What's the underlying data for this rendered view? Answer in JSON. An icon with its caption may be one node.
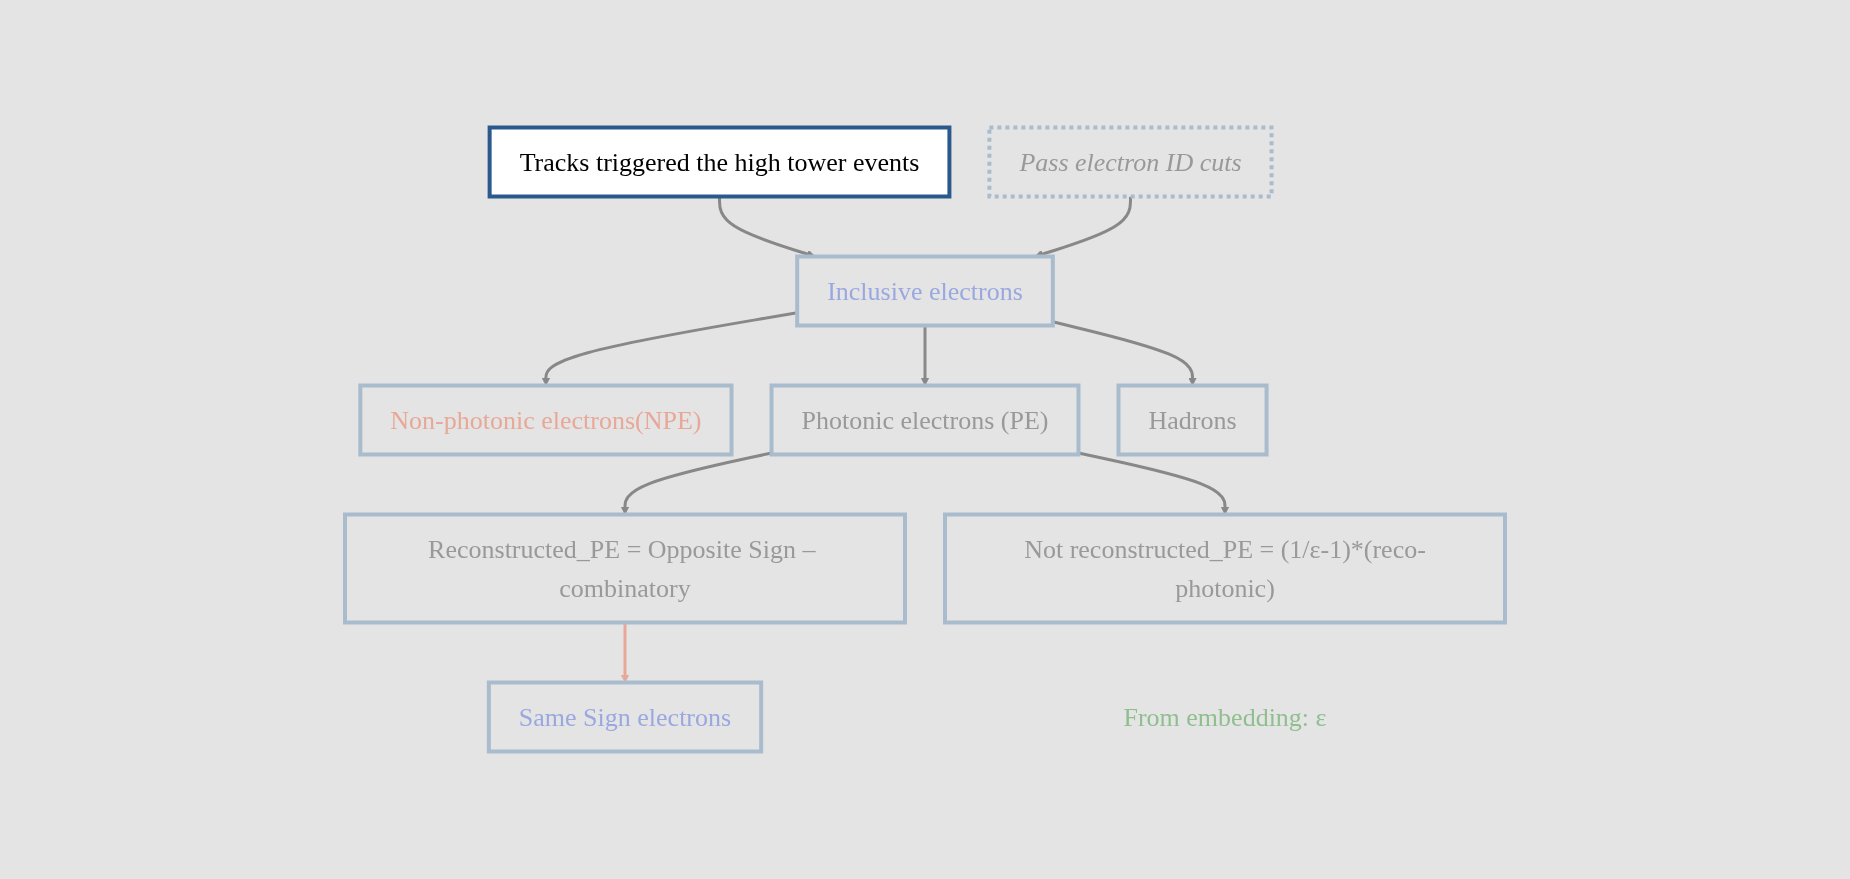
{
  "diagram": {
    "nodes": [
      {
        "text": [
          "Tracks triggered the high tower events"
        ]
      },
      {
        "text": [
          "Pass electron ID cuts"
        ]
      },
      {
        "text": [
          "Inclusive electrons"
        ]
      },
      {
        "text": [
          "Non-photonic electrons(NPE)"
        ]
      },
      {
        "text": [
          "Photonic electrons (PE)"
        ]
      },
      {
        "text": [
          "Hadrons"
        ]
      },
      {
        "text": [
          "Reconstructed_PE = Opposite Sign – combinatory"
        ]
      },
      {
        "text": [
          "Not reconstructed_PE = (1/ε-1)*(reco-photonic)"
        ],
        "beside": [
          "From embedding: ε"
        ]
      },
      {
        "text": [
          "Same Sign electrons"
        ]
      }
    ],
    "edges": [
      {
        "from": 0,
        "to": 2,
        "arrow": "to"
      },
      {
        "from": 1,
        "to": 2,
        "arrow": "to"
      },
      {
        "from": 2,
        "to": 3,
        "arrow": "to"
      },
      {
        "from": 2,
        "to": 4,
        "arrow": "to"
      },
      {
        "from": 2,
        "to": 5,
        "arrow": "to"
      },
      {
        "from": 4,
        "to": 6,
        "arrow": "to"
      },
      {
        "from": 4,
        "to": 7,
        "arrow": "to"
      },
      {
        "from": 6,
        "to": 8,
        "arrow": "to",
        "color": "#e8a898"
      }
    ]
  }
}
